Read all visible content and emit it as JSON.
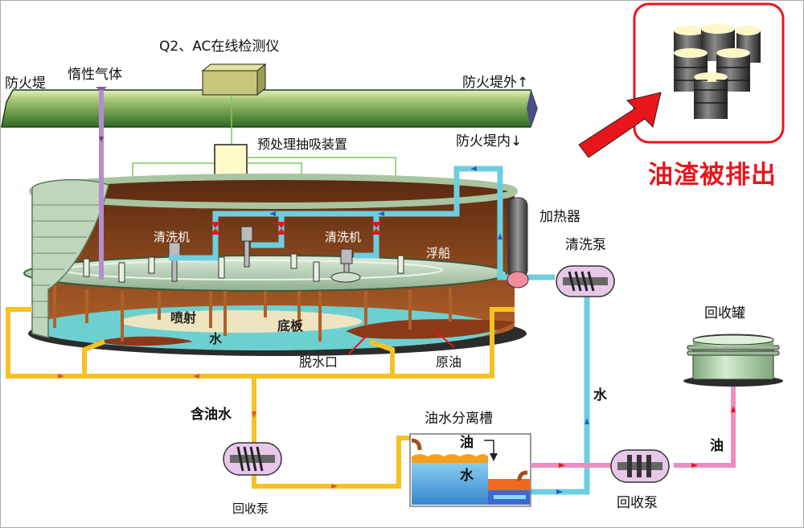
{
  "diagram": {
    "title_result": "油渣被排出",
    "labels": {
      "fire_dike": "防火堤",
      "inert_gas": "惰性气体",
      "online_analyzer": "Q2、AC在线检测仪",
      "fire_dike_outside": "防火堤外↑",
      "fire_dike_inside": "防火堤内↓",
      "pretreatment": "预处理抽吸装置",
      "cleaner_left": "清洗机",
      "cleaner_right": "清洗机",
      "floating_roof": "浮船",
      "spray": "喷射",
      "bottom_plate": "底板",
      "water_in_tank": "水",
      "drain_outlet": "脱水口",
      "crude_oil": "原油",
      "heater": "加热器",
      "cleaning_pump": "清洗泵",
      "recovery_tank": "回收罐",
      "oily_water": "含油水",
      "recovery_pump_left": "回收泵",
      "separator_tank": "油水分离槽",
      "separator_oil": "油",
      "separator_water": "水",
      "water_line": "水",
      "oil_line": "油",
      "recovery_pump_right": "回收泵"
    },
    "colors": {
      "highlight_red": "#e8161b",
      "dike_green": "#5e9a3c",
      "water_pipe": "#6ccfe0",
      "oily_pipe": "#f5c224",
      "oil_pipe": "#f08cc0",
      "gas_pipe": "#b48ccf",
      "signal_line": "#7cc85a",
      "tank_wall": "#8a4620"
    }
  }
}
